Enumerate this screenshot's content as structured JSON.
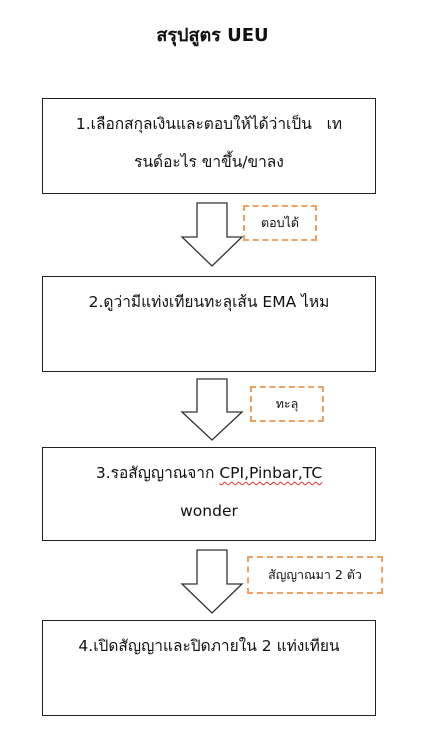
{
  "title": "สรุปสูตร UEU",
  "steps": [
    {
      "line1": "1.เลือกสกุลเงินและตอบให้ได้ว่าเป็น   เท",
      "line2": "รนด์อะไร ขาขึ้น/ขาลง"
    },
    {
      "line1": "2.ดูว่ามีแท่งเทียนทะลุเส้น EMA ไหม"
    },
    {
      "prefix": "3.รอสัญญาณจาก ",
      "underlined": "CPI,Pinbar,TC",
      "line2": "wonder"
    },
    {
      "line1": "4.เปิดสัญญาและปิดภายใน 2 แท่งเทียน"
    }
  ],
  "notes": [
    "ตอบได้",
    "ทะลุ",
    "สัญญาณมา 2 ตัว"
  ]
}
